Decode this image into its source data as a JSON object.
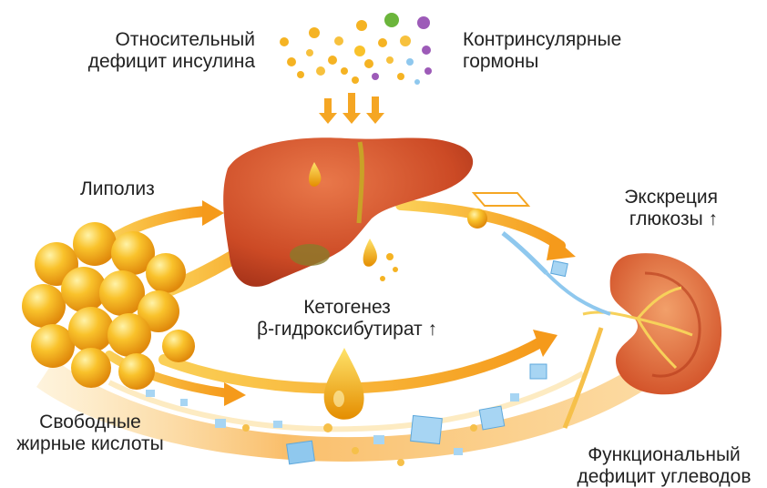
{
  "labels": {
    "insulin_deficit": [
      "Относительный",
      "дефицит инсулина"
    ],
    "counter_hormones": [
      "Контринсулярные",
      "гормоны"
    ],
    "lipolysis": "Липолиз",
    "glucose_excretion": [
      "Экскреция",
      "глюкозы ↑"
    ],
    "ketogenesis": [
      "Кетогенез",
      "β-гидроксибутират ↑"
    ],
    "free_fatty_acids": [
      "Свободные",
      "жирные кислоты"
    ],
    "carb_deficit": [
      "Функциональный",
      "дефицит углеводов"
    ]
  },
  "colors": {
    "arrow": "#f5a623",
    "liver": "#d2532c",
    "fat": "#f7b21a",
    "kidney": "#d8542e",
    "crystal": "#8fc8ee",
    "text": "#222222"
  },
  "icons": [
    "hormone-dots",
    "liver",
    "fat-cluster",
    "kidney",
    "ketone-drop",
    "glucose-crystals"
  ]
}
